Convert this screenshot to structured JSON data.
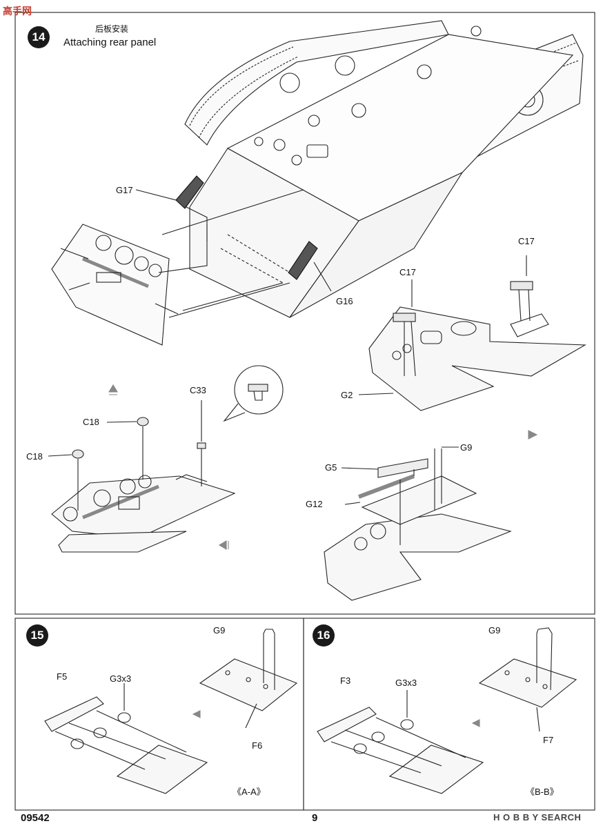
{
  "watermark": {
    "logo_text": "高手网"
  },
  "steps": [
    {
      "number": "14",
      "title_cn": "后板安装",
      "title_en": "Attaching rear panel"
    },
    {
      "number": "15",
      "section": "《A-A》"
    },
    {
      "number": "16",
      "section": "《B-B》"
    }
  ],
  "labels": {
    "g17": "G17",
    "g16": "G16",
    "c17a": "C17",
    "c17b": "C17",
    "g2": "G2",
    "c33": "C33",
    "c18a": "C18",
    "c18b": "C18",
    "g5": "G5",
    "g9": "G9",
    "g12": "G12",
    "s15_g9": "G9",
    "s15_f5": "F5",
    "s15_g3": "G3x3",
    "s15_f6": "F6",
    "s16_g9": "G9",
    "s16_f3": "F3",
    "s16_g3": "G3x3",
    "s16_f7": "F7"
  },
  "footer": {
    "code": "09542",
    "page": "9",
    "brand": "H O B B Y SEARCH"
  },
  "colors": {
    "line": "#222222",
    "part_fill": "#f2f2f2",
    "highlight": "#555555"
  }
}
